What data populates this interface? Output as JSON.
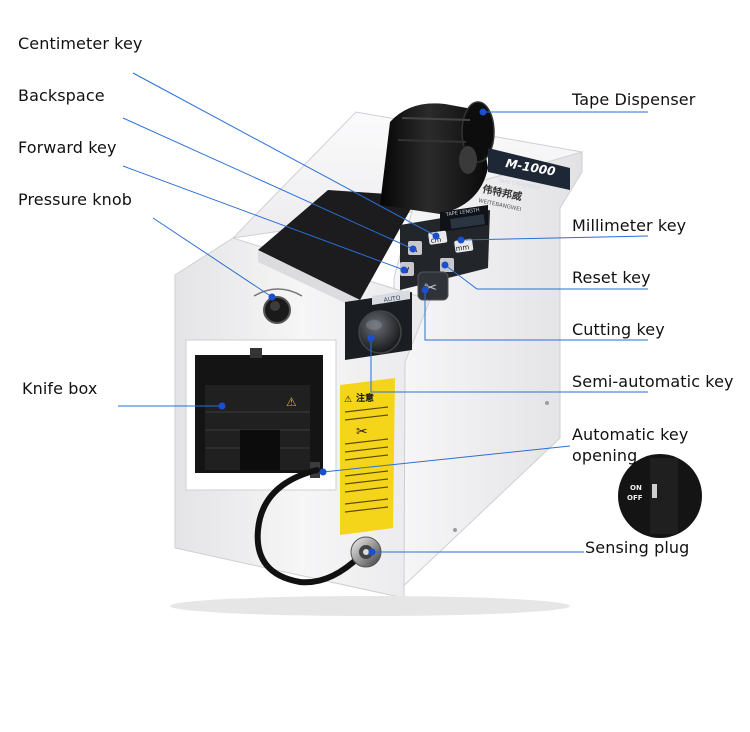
{
  "machine": {
    "brand_logo": "M-1000",
    "brand_cn": "伟特邦威",
    "brand_en": "WEITEBANGWEI",
    "subtitle": "TAPE DISPENSER",
    "display_label": "TAPE LENGTH",
    "auto_label": "AUTO",
    "key_cm": "cm",
    "key_mm": "mm",
    "warning_title": "注意",
    "switch_on": "ON",
    "switch_off": "OFF"
  },
  "labels": {
    "centimeter_key": "Centimeter key",
    "backspace": "Backspace",
    "forward_key": "Forward key",
    "pressure_knob": "Pressure knob",
    "knife_box": "Knife box",
    "tape_dispenser": "Tape Dispenser",
    "millimeter_key": "Millimeter key",
    "reset_key": "Reset key",
    "cutting_key": "Cutting key",
    "semi_automatic_key": "Semi-automatic key",
    "automatic_key_opening": "Automatic key opening",
    "sensing_plug": "Sensing plug"
  },
  "colors": {
    "leader_line": "#2a6fd6",
    "marker_dot": "#1a4fd0",
    "body": "#f2f2f3",
    "keypad": "#22262b",
    "warning": "#f5d51a"
  }
}
